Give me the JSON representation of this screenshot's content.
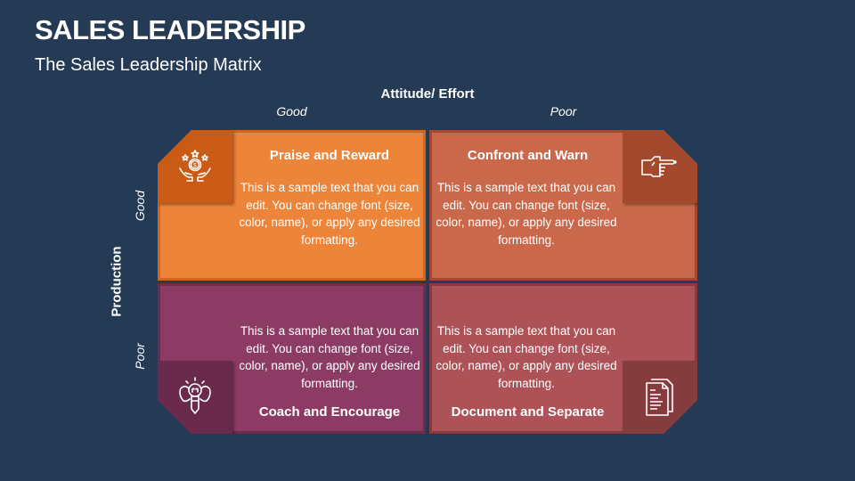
{
  "header": {
    "title": "SALES LEADERSHIP",
    "subtitle": "The Sales Leadership Matrix"
  },
  "axes": {
    "x": {
      "title": "Attitude/ Effort",
      "left_label": "Good",
      "right_label": "Poor"
    },
    "y": {
      "title": "Production",
      "top_label": "Good",
      "bottom_label": "Poor"
    }
  },
  "quadrants": [
    {
      "title": "Praise and Reward",
      "body": "This is a sample text that you can edit. You can change font (size, color, name), or apply any desired formatting.",
      "icon": "hands-coin-stars-icon",
      "color": "#ec843a"
    },
    {
      "title": "Confront and Warn",
      "body": "This is a sample text that you can edit. You can change font (size, color, name), or apply any desired formatting.",
      "icon": "pointing-hand-icon",
      "color": "#c9684a"
    },
    {
      "title": "Coach and Encourage",
      "body": "This is a sample text that you can edit. You can change font (size, color, name), or apply any desired formatting.",
      "icon": "lightbulb-muscle-icon",
      "color": "#8c3c64"
    },
    {
      "title": "Document and Separate",
      "body": "This is a sample text that you can edit. You can change font (size, color, name), or apply any desired formatting.",
      "icon": "documents-icon",
      "color": "#ad5256"
    }
  ],
  "colors": {
    "background": "#253a54"
  }
}
